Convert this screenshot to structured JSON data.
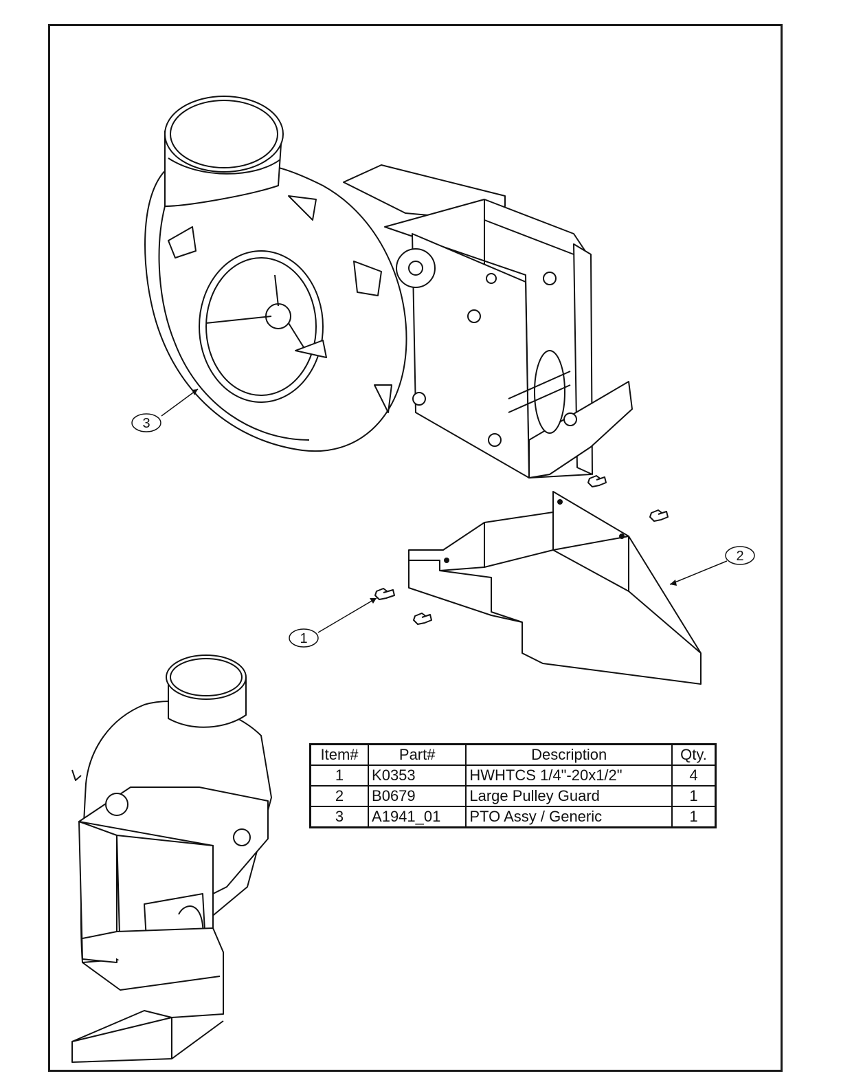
{
  "callouts": [
    {
      "label": "1",
      "name": "callout-1"
    },
    {
      "label": "2",
      "name": "callout-2"
    },
    {
      "label": "3",
      "name": "callout-3"
    }
  ],
  "table": {
    "headers": [
      "Item#",
      "Part#",
      "Description",
      "Qty."
    ],
    "rows": [
      [
        "1",
        "K0353",
        "HWHTCS 1/4\"-20x1/2\"",
        "4"
      ],
      [
        "2",
        "B0679",
        "Large Pulley Guard",
        "1"
      ],
      [
        "3",
        "A1941_01",
        "PTO Assy / Generic",
        "1"
      ]
    ]
  },
  "colors": {
    "line": "#111111",
    "fill": "#ffffff",
    "shade": "#e9e9e9"
  }
}
